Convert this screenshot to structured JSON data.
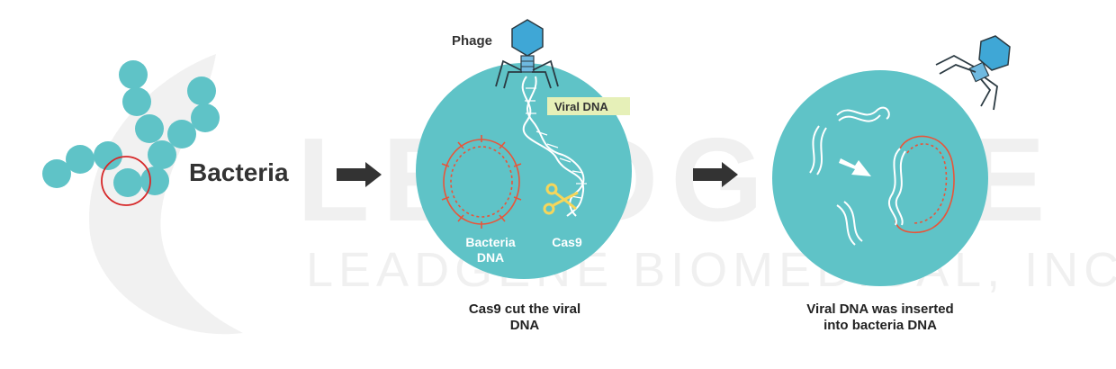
{
  "labels": {
    "bacteria": "Bacteria",
    "phage": "Phage",
    "viral_dna": "Viral DNA",
    "bacteria_dna_line1": "Bacteria",
    "bacteria_dna_line2": "DNA",
    "cas9": "Cas9"
  },
  "captions": {
    "step2_line1": "Cas9 cut the viral",
    "step2_line2": "DNA",
    "step3_line1": "Viral DNA was inserted",
    "step3_line2": "into bacteria DNA"
  },
  "watermark": {
    "line1": "LEADGENE",
    "line2": "LEADGENE BIOMEDICAL, INC."
  },
  "colors": {
    "cell": "#5fc3c7",
    "phage_head": "#3fa7d6",
    "bacterial_dna": "#e8553a",
    "viral_dna": "#ffffff",
    "cas9_scissors": "#f6d65a",
    "label_highlight": "#e6f0b8",
    "arrow": "#333333",
    "circle_outline": "#d62728"
  }
}
